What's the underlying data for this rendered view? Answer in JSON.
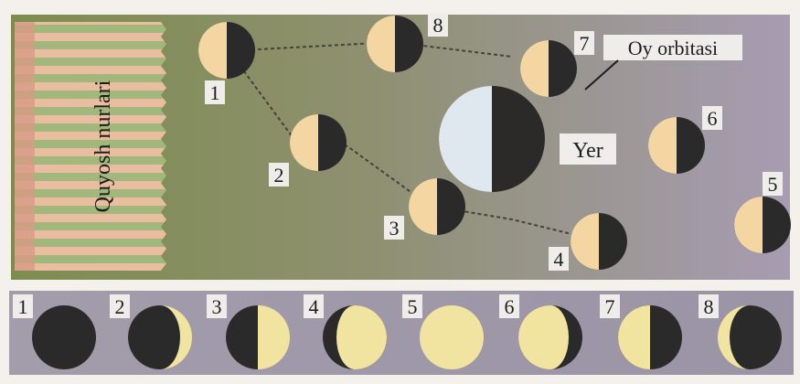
{
  "top_panel": {
    "sun_label": "Quyosh nurlari",
    "earth_label": "Yer",
    "orbit_label": "Oy orbitasi",
    "moon_numbers": [
      "1",
      "2",
      "3",
      "4",
      "5",
      "6",
      "7",
      "8"
    ]
  },
  "bottom_panel": {
    "phase_numbers": [
      "1",
      "2",
      "3",
      "4",
      "5",
      "6",
      "7",
      "8"
    ]
  },
  "colors": {
    "lit": "#f3d6a2",
    "dark": "#2b2a2a",
    "earth_lit": "#dde7f0",
    "sun_stripe": "#e8b9a0",
    "sun_stripe_alt": "#9fb67a",
    "top_bg_left": "#7f8e54",
    "top_bg_right": "#a69ab0",
    "bottom_bg": "#9e98a8",
    "phase_moon_lit": "#f1e4a0"
  }
}
